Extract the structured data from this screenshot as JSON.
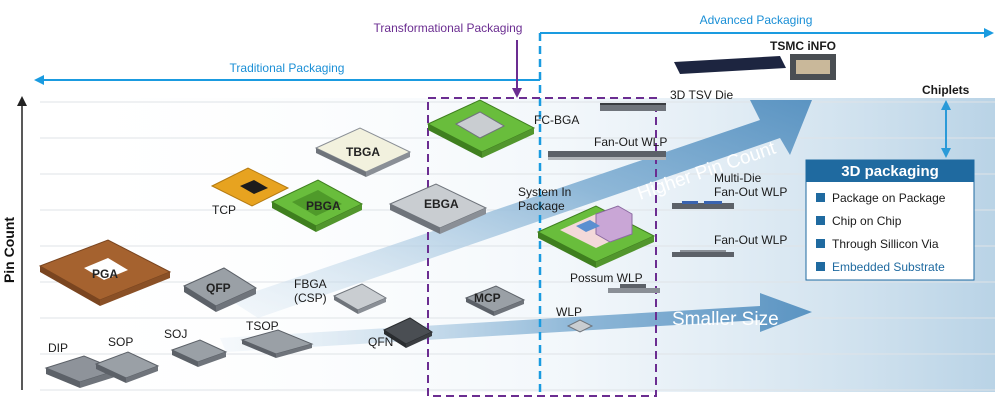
{
  "headers": {
    "advanced": "Advanced Packaging",
    "traditional": "Traditional Packaging",
    "transformational": "Transformational Packaging"
  },
  "axis": {
    "y_label": "Pin Count"
  },
  "trend_arrows": {
    "higher": "Higher Pin Count",
    "smaller": "Smaller Size"
  },
  "packages": {
    "pga": "PGA",
    "dip": "DIP",
    "sop": "SOP",
    "soj": "SOJ",
    "tsop": "TSOP",
    "qfp": "QFP",
    "fbga_1": "FBGA",
    "fbga_2": "(CSP)",
    "qfn": "QFN",
    "tcp": "TCP",
    "pbga": "PBGA",
    "tbga": "TBGA",
    "ebga": "EBGA",
    "mcp": "MCP",
    "fcbga": "FC-BGA",
    "sip_1": "System In",
    "sip_2": "Package",
    "wlp": "WLP",
    "possum_wlp": "Possum WLP",
    "fanout_wlp_top": "Fan-Out WLP",
    "tsv_die": "3D TSV Die",
    "tsmc_info": "TSMC iNFO",
    "multidie_1": "Multi-Die",
    "multidie_2": "Fan-Out WLP",
    "fanout_wlp_bottom": "Fan-Out WLP",
    "chiplets": "Chiplets"
  },
  "panel": {
    "title": "3D packaging",
    "items": [
      "Package on Package",
      "Chip on Chip",
      "Through Sillicon Via",
      "Embedded Substrate"
    ]
  },
  "colors": {
    "advanced": "#1a9be0",
    "transformational": "#6b2d91",
    "panel_header": "#1f6aa0",
    "arrow": "#6fa3c9",
    "green": "#69bd3c",
    "orange": "#e7a320",
    "brown": "#a5622f",
    "gray": "#9aa0a6"
  }
}
